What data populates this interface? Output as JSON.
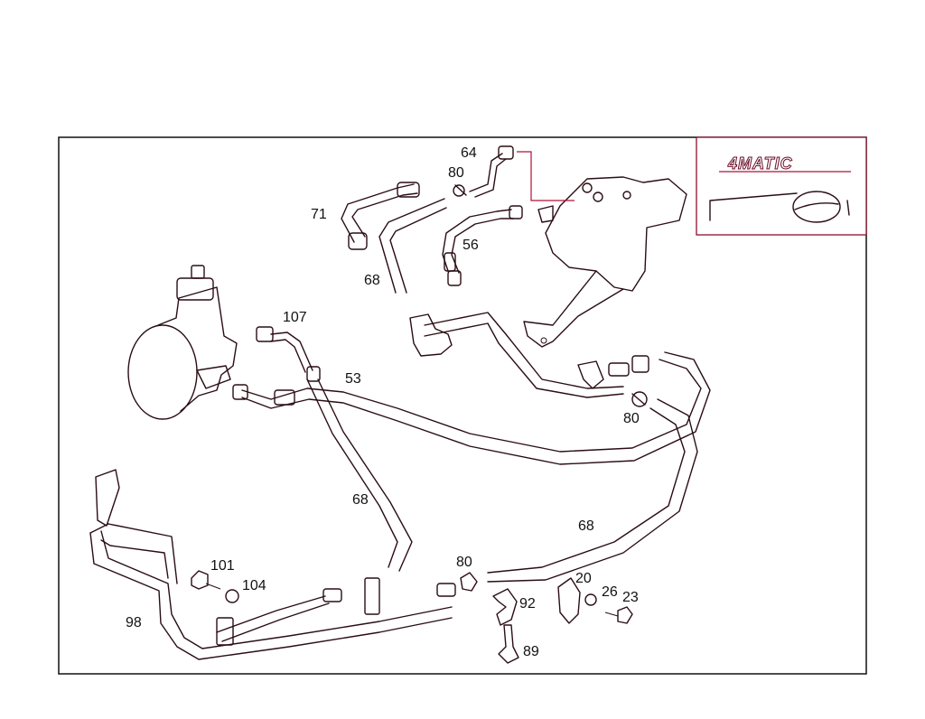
{
  "badge": {
    "text": "4MATIC"
  },
  "callouts": [
    {
      "id": "64a",
      "text": "64"
    },
    {
      "id": "80a",
      "text": "80"
    },
    {
      "id": "71",
      "text": "71"
    },
    {
      "id": "56",
      "text": "56"
    },
    {
      "id": "68a",
      "text": "68"
    },
    {
      "id": "107",
      "text": "107"
    },
    {
      "id": "53",
      "text": "53"
    },
    {
      "id": "80b",
      "text": "80"
    },
    {
      "id": "68b",
      "text": "68"
    },
    {
      "id": "68c",
      "text": "68"
    },
    {
      "id": "80c",
      "text": "80"
    },
    {
      "id": "101",
      "text": "101"
    },
    {
      "id": "104",
      "text": "104"
    },
    {
      "id": "20",
      "text": "20"
    },
    {
      "id": "26",
      "text": "26"
    },
    {
      "id": "23",
      "text": "23"
    },
    {
      "id": "92",
      "text": "92"
    },
    {
      "id": "98",
      "text": "98"
    },
    {
      "id": "89",
      "text": "89"
    }
  ],
  "colors": {
    "line": "#2a0d14",
    "accent": "#b0103a",
    "background": "#ffffff"
  }
}
